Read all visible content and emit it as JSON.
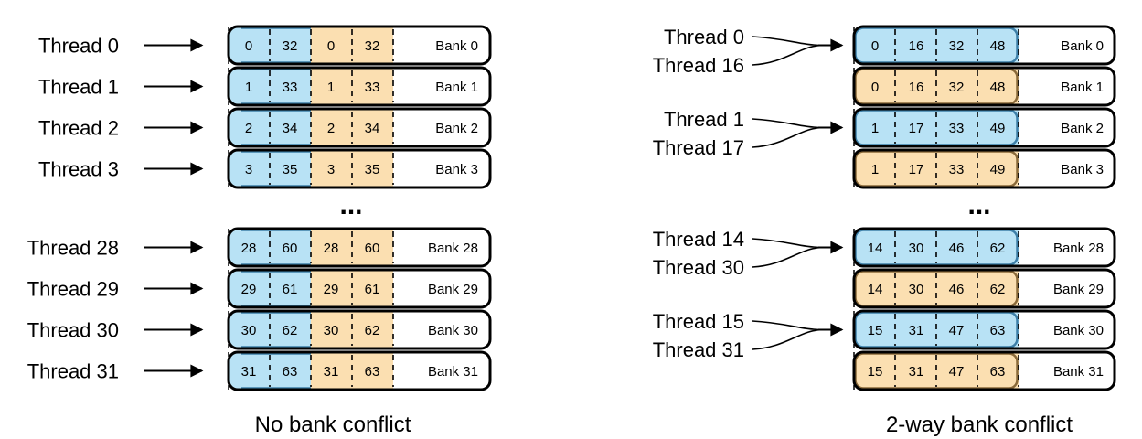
{
  "colors": {
    "blue": "#b8e2f5",
    "orange": "#fbdfb1",
    "blue_border": "#3d7fa8",
    "orange_border": "#8a6a3a",
    "outline": "#000000"
  },
  "ellipsis": "...",
  "panels": [
    {
      "caption": "No bank conflict",
      "rows": [
        {
          "bank": "Bank 0",
          "cells": [
            "0",
            "32",
            "0",
            "32"
          ],
          "pattern": "split"
        },
        {
          "bank": "Bank 1",
          "cells": [
            "1",
            "33",
            "1",
            "33"
          ],
          "pattern": "split"
        },
        {
          "bank": "Bank 2",
          "cells": [
            "2",
            "34",
            "2",
            "34"
          ],
          "pattern": "split"
        },
        {
          "bank": "Bank 3",
          "cells": [
            "3",
            "35",
            "3",
            "35"
          ],
          "pattern": "split"
        },
        {
          "bank": "Bank 28",
          "cells": [
            "28",
            "60",
            "28",
            "60"
          ],
          "pattern": "split"
        },
        {
          "bank": "Bank 29",
          "cells": [
            "29",
            "61",
            "29",
            "61"
          ],
          "pattern": "split"
        },
        {
          "bank": "Bank 30",
          "cells": [
            "30",
            "62",
            "30",
            "62"
          ],
          "pattern": "split"
        },
        {
          "bank": "Bank 31",
          "cells": [
            "31",
            "63",
            "31",
            "63"
          ],
          "pattern": "split"
        }
      ],
      "threads": [
        {
          "labels": [
            "Thread 0"
          ],
          "target_row": 0
        },
        {
          "labels": [
            "Thread 1"
          ],
          "target_row": 1
        },
        {
          "labels": [
            "Thread 2"
          ],
          "target_row": 2
        },
        {
          "labels": [
            "Thread 3"
          ],
          "target_row": 3
        },
        {
          "labels": [
            "Thread 28"
          ],
          "target_row": 4
        },
        {
          "labels": [
            "Thread 29"
          ],
          "target_row": 5
        },
        {
          "labels": [
            "Thread 30"
          ],
          "target_row": 6
        },
        {
          "labels": [
            "Thread 31"
          ],
          "target_row": 7
        }
      ]
    },
    {
      "caption": "2-way bank conflict",
      "rows": [
        {
          "bank": "Bank 0",
          "cells": [
            "0",
            "16",
            "32",
            "48"
          ],
          "pattern": "blue"
        },
        {
          "bank": "Bank 1",
          "cells": [
            "0",
            "16",
            "32",
            "48"
          ],
          "pattern": "orange"
        },
        {
          "bank": "Bank 2",
          "cells": [
            "1",
            "17",
            "33",
            "49"
          ],
          "pattern": "blue"
        },
        {
          "bank": "Bank 3",
          "cells": [
            "1",
            "17",
            "33",
            "49"
          ],
          "pattern": "orange"
        },
        {
          "bank": "Bank 28",
          "cells": [
            "14",
            "30",
            "46",
            "62"
          ],
          "pattern": "blue"
        },
        {
          "bank": "Bank 29",
          "cells": [
            "14",
            "30",
            "46",
            "62"
          ],
          "pattern": "orange"
        },
        {
          "bank": "Bank 30",
          "cells": [
            "15",
            "31",
            "47",
            "63"
          ],
          "pattern": "blue"
        },
        {
          "bank": "Bank 31",
          "cells": [
            "15",
            "31",
            "47",
            "63"
          ],
          "pattern": "orange"
        }
      ],
      "threads": [
        {
          "labels": [
            "Thread 0",
            "Thread 16"
          ],
          "target_row": 0
        },
        {
          "labels": [
            "Thread 1",
            "Thread 17"
          ],
          "target_row": 2
        },
        {
          "labels": [
            "Thread 14",
            "Thread 30"
          ],
          "target_row": 4
        },
        {
          "labels": [
            "Thread 15",
            "Thread 31"
          ],
          "target_row": 6
        }
      ]
    }
  ]
}
